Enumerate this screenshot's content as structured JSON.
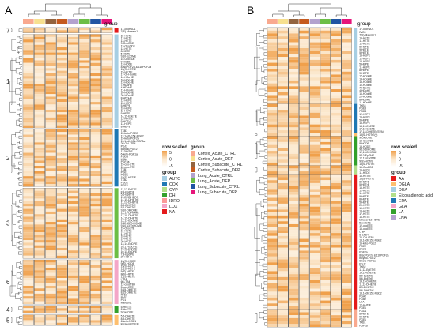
{
  "panels": [
    {
      "panel_label": "A",
      "group_header": "group",
      "cluster_labels": [
        "7",
        "1",
        "2",
        "3",
        "6",
        "4",
        "5"
      ],
      "cluster_row_counts": [
        2,
        36,
        22,
        27,
        17,
        3,
        4
      ],
      "column_group_colors": [
        "#F9A98F",
        "#F7E08E",
        "#93643F",
        "#C55A1E",
        "#B3A2CE",
        "#6CBE45",
        "#2155A3",
        "#E6157A"
      ],
      "row_labels": [
        "17-oxoRvD1",
        "7(S)-Maresin1",
        "15-HETE",
        "17-HETE",
        "13-HETE",
        "9-OxoODE",
        "13-OxoODE",
        "12-HETE",
        "8-HETE",
        "5-HETE",
        "9,10-EpOME",
        "15-OxoEDE",
        "9-HODE",
        "13-HODE",
        "8-isoPGF2a & 11bPGF2a",
        "15(S)-HETrE",
        "15-HETrE",
        "17-OH-DoHE",
        "14-HDoHE",
        "10-HDoHE",
        "13-HDoHE",
        "7-HDoHE",
        "4-HDoHE",
        "11-HDoHE",
        "16-HDoHE",
        "20-HDoHE",
        "8-HDoHE",
        "12-HEPE",
        "15-HEPE",
        "5-HEPE",
        "18-HEPE",
        "11-HETE",
        "9-HETE",
        "14,15-EpETE",
        "12-HHTrE",
        "9-HOTrE",
        "11-HEPE",
        "8-HEPE",
        "TXB3",
        "15-keto-PGE2",
        "13,14dh-15k-PGE2",
        "15-keto-PGF2a",
        "13,14dh-15k-PGF2a",
        "20-OH-LTB4",
        "PGJ2",
        "Bicyclo-PGE2",
        "12-HHTrE",
        "6-keto-PGF1a",
        "PGD3",
        "LXA4",
        "PGF2a",
        "15-oxo-ETE",
        "12-oxo-ETE",
        "TXB1",
        "PGE1",
        "PGD1",
        "15(S)-HETrE",
        "TXB2",
        "PGD2",
        "PGE2",
        "11,12-EpETE",
        "8,9-EpETrE",
        "5,6-EpETrE",
        "19,20-DiHDPA",
        "14,15-DiHETrE",
        "11,12-DiHETrE",
        "8,9-DiHETrE",
        "5,6-DiHETrE",
        "9,10-DiHOME",
        "12,13-DiHOME",
        "17,18-DiHETE",
        "14,15-DiHETE",
        "12,13-EpOME",
        "9,12,13-TriHOME",
        "9,10,13-TriHOME",
        "15-OxoETE",
        "16-HETE",
        "17-HETE",
        "18-HETE",
        "19-HETE",
        "20-HETE",
        "13,14-EpDPE",
        "16,17-EpDPE",
        "19,20-EpDPE",
        "10,11-EpDPE",
        "7,8-EpDPE",
        "20-HDHA",
        "13(S)-HODE",
        "9(S)-HODE",
        "15(S)-HETE",
        "12(S)-HETE",
        "5(S)-HETE",
        "8(S)-HETE",
        "11(S)-HETE",
        "LTB4",
        "6t-LTB4",
        "12-oxoLTB4",
        "5-oxo-ETE",
        "5,15-DiHETE",
        "8,15-DiHETE",
        "RvE1",
        "RvD1",
        "PD1",
        "Maresin1",
        "5-HxETE",
        "8-HxETE",
        "9-oxoODE",
        "5,6-DiHETE",
        "8,9-DiHETE",
        "6-keto-PGE1",
        "tetranor-PGEM"
      ],
      "row_group_colors": [
        "#E41A1C",
        "#A6CEE3",
        "#1F78B4",
        "#6CBE45",
        "#F4A6C8",
        "#33A02C",
        "#FDBF6F"
      ],
      "legend": {
        "scale_title": "row scaled",
        "scale_ticks": [
          "5",
          "0",
          "-5"
        ],
        "column_title": "group",
        "column_entries": [
          {
            "label": "Cortex_Acute_CTRL",
            "color": "#F9A98F"
          },
          {
            "label": "Cortex_Acute_DEP",
            "color": "#F7E08E"
          },
          {
            "label": "Cortex_Subacute_CTRL",
            "color": "#93643F"
          },
          {
            "label": "Cortex_Subacute_DEP",
            "color": "#C55A1E"
          },
          {
            "label": "Lung_Acute_CTRL",
            "color": "#B3A2CE"
          },
          {
            "label": "Lung_Acute_DEP",
            "color": "#6CBE45"
          },
          {
            "label": "Lung_Subacute_CTRL",
            "color": "#2155A3"
          },
          {
            "label": "Lung_Subacute_DEP",
            "color": "#E6157A"
          }
        ],
        "row_title": "group",
        "row_entries": [
          {
            "label": "AUTO",
            "color": "#A6CEE3"
          },
          {
            "label": "COX",
            "color": "#1F78B4"
          },
          {
            "label": "CYP",
            "color": "#B2DF8A"
          },
          {
            "label": "DH",
            "color": "#33A02C"
          },
          {
            "label": "IDRO",
            "color": "#FB9A99"
          },
          {
            "label": "LOX",
            "color": "#F4A6C8"
          },
          {
            "label": "NA",
            "color": "#E41A1C"
          }
        ]
      }
    },
    {
      "panel_label": "B",
      "group_header": "group",
      "column_group_colors": [
        "#F9A98F",
        "#F7E08E",
        "#93643F",
        "#C55A1E",
        "#B3A2CE",
        "#6CBE45",
        "#2155A3",
        "#E6157A"
      ],
      "row_labels": [
        "17-oxoRvD1",
        "RvD5",
        "7(S)-Maresin1",
        "15-HETE",
        "11-HETE",
        "12-HETE",
        "8-HETE",
        "9-HETE",
        "5-HETE",
        "15-HEPE",
        "12-HEPE",
        "18-HEPE",
        "5-HEPE",
        "11-HEPE",
        "8-HEPE",
        "9-HEPE",
        "17-HDoHE",
        "14-HDoHE",
        "13-HDoHE",
        "10-HDoHE",
        "7-HDoHE",
        "4-HDoHE",
        "16-HDoHE",
        "20-HDoHE",
        "8-HDoHE",
        "11-HDoHE",
        "TXB3",
        "PGE3",
        "PGD3",
        "12-HEPE",
        "15-HEPE",
        "5-HEPE",
        "18-HEPE",
        "14,15-EpETE",
        "17,18-EpETE",
        "17,18-DiHETE (EPA)",
        "13(S)-HOTrE(y)",
        "9-OxoODE",
        "13-OxoODE",
        "9-HODE",
        "13-HODE",
        "9,10-DiHOME",
        "12,13-DiHOME",
        "9,10-EpOME",
        "12,13-EpOME",
        "9(S)-HOTrE",
        "13(S)-HOTrE",
        "15-OxoEDE",
        "15-HEDE",
        "11-HEDE",
        "15-HETrE",
        "15(S)-HETrE",
        "8-HETrE",
        "5-HETrE",
        "15-HETE",
        "12-HETE",
        "11-HETE",
        "9-HETE",
        "8-HETE",
        "5-HETE",
        "20-HETE",
        "19-HETE",
        "18-HETE",
        "17-HETE",
        "16-HETE",
        "tetranor-12-HETE",
        "5-oxoETE",
        "12-oxoETE",
        "15-oxoETE",
        "LTB4",
        "6t-LTB4",
        "20-OH-LTB4",
        "13,14dh-15k-PGE2",
        "15-keto-PGE2",
        "PGE2",
        "PGD2",
        "PGF2a",
        "8-isoPGF2a & 11bPGF2a",
        "Bicyclo-PGE2",
        "6-keto-PGF1a",
        "PGJ2",
        "TXB2",
        "11,12-EpETrE",
        "14,15-EpETrE",
        "8,9-EpETrE",
        "5,6-EpETrE",
        "14,15-DiHETrE",
        "11,12-DiHETrE",
        "8,9-DiHETrE",
        "5,6-DiHETrE",
        "13,14dh-15k-PGD2",
        "PGA2",
        "PGB2",
        "LXA4",
        "12-HHTrE",
        "PGE1",
        "PGD1",
        "8-HETE",
        "9-HETE",
        "PGE1",
        "TXB1",
        "PGF1a",
        "PGD1"
      ],
      "row_group_colors": [
        "#A6CEE3",
        "#1F78B4",
        "#FDBF6F",
        "#33A02C",
        "#B2DF8A",
        "#E41A1C",
        "#F9A98F"
      ],
      "legend": {
        "scale_title": "row scaled",
        "scale_ticks": [
          "5",
          "0",
          "-5"
        ],
        "row_title": "group",
        "row_entries": [
          {
            "label": "AA",
            "color": "#E41A1C"
          },
          {
            "label": "DGLA",
            "color": "#FDBF6F"
          },
          {
            "label": "DHA",
            "color": "#A6CEE3"
          },
          {
            "label": "Eicosadienoic acid",
            "color": "#B2DF8A"
          },
          {
            "label": "EPA",
            "color": "#1F78B4"
          },
          {
            "label": "GLA",
            "color": "#F4A6C8"
          },
          {
            "label": "LA",
            "color": "#33A02C"
          },
          {
            "label": "LNA",
            "color": "#B3A2CE"
          }
        ]
      }
    }
  ],
  "colors": {
    "high": "#F0A04B",
    "mid": "#FBE5C7",
    "low": "#FFFFFF",
    "cell_border": "#555555"
  }
}
